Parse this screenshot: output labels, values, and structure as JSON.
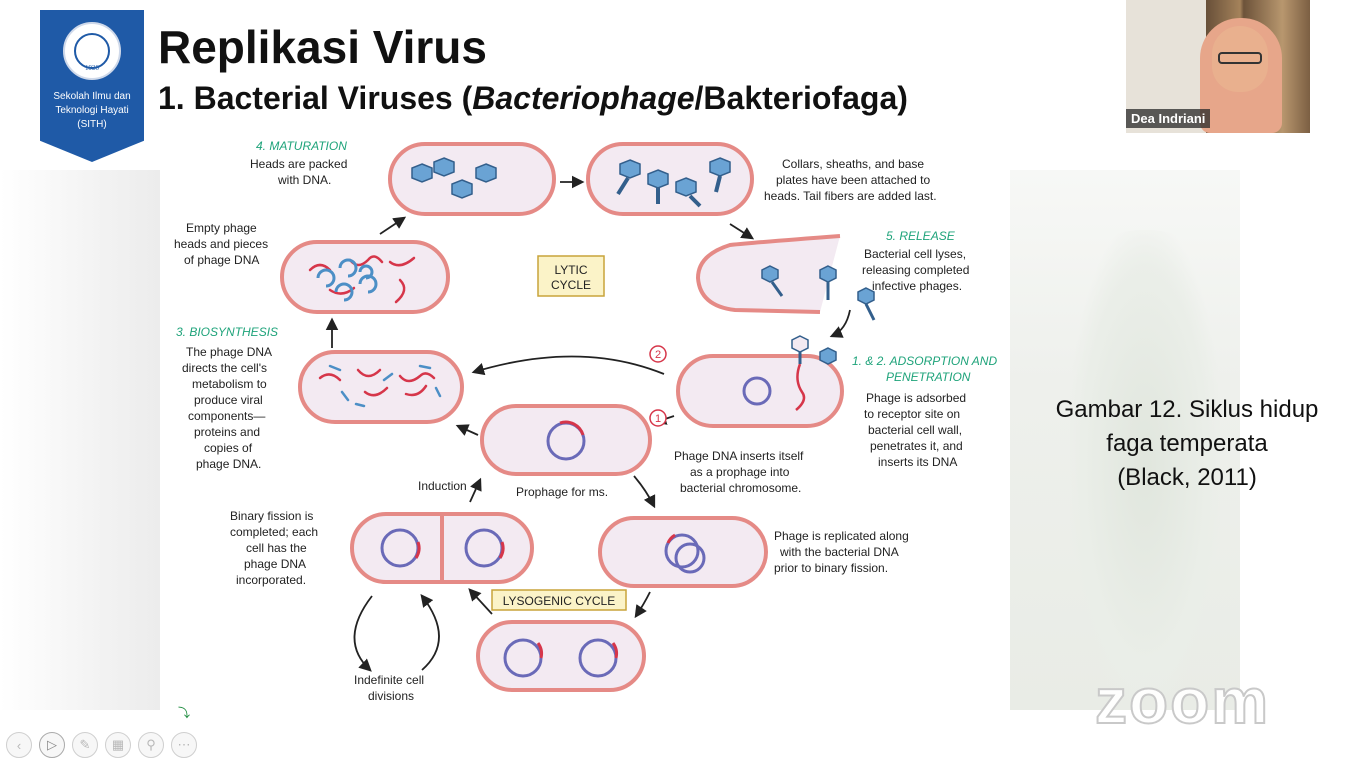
{
  "slide": {
    "title": "Replikasi Virus",
    "subtitle_pre": "1. Bacterial Viruses (",
    "subtitle_italic": "Bacteriophage",
    "subtitle_post": "/Bakteriofaga)"
  },
  "logo": {
    "year": "1920",
    "line1": "Sekolah Ilmu dan",
    "line2": "Teknologi Hayati",
    "line3": "(SITH)"
  },
  "video": {
    "participant_name": "Dea Indriani"
  },
  "caption": {
    "line1": "Gambar 12. Siklus hidup",
    "line2": "faga temperata",
    "line3": "(Black, 2011)"
  },
  "diagram": {
    "maturation_title": "4. MATURATION",
    "maturation_l1": "Heads are packed",
    "maturation_l2": "with DNA.",
    "collars_l1": "Collars, sheaths, and base",
    "collars_l2": "plates have been attached to",
    "collars_l3": "heads.  Tail fibers are added last.",
    "empty_l1": "Empty phage",
    "empty_l2": "heads and pieces",
    "empty_l3": "of phage DNA",
    "lytic_l1": "LYTIC",
    "lytic_l2": "CYCLE",
    "release_title": "5. RELEASE",
    "release_l1": "Bacterial cell lyses,",
    "release_l2": "releasing completed",
    "release_l3": "infective phages.",
    "biosynthesis_title": "3. BIOSYNTHESIS",
    "bio_l1": "The phage DNA",
    "bio_l2": "directs the cell's",
    "bio_l3": "metabolism to",
    "bio_l4": "produce viral",
    "bio_l5": "components—",
    "bio_l6": "proteins and",
    "bio_l7": "copies of",
    "bio_l8": "phage DNA.",
    "adsorption_title_l1": "1. & 2. ADSORPTION AND",
    "adsorption_title_l2": "PENETRATION",
    "ads_l1": "Phage is adsorbed",
    "ads_l2": "to receptor site on",
    "ads_l3": "bacterial cell wall,",
    "ads_l4": "penetrates it, and",
    "ads_l5": "inserts its DNA",
    "num_1": "1",
    "num_2": "2",
    "inserts_l1": "Phage DNA inserts itself",
    "inserts_l2": "as a prophage into",
    "inserts_l3": "bacterial chromosome.",
    "induction": "Induction",
    "prophage": "Prophage for ms.",
    "binary_l1": "Binary fission is",
    "binary_l2": "completed; each",
    "binary_l3": "cell has the",
    "binary_l4": "phage DNA",
    "binary_l5": "incorporated.",
    "replicated_l1": "Phage is replicated along",
    "replicated_l2": "with the bacterial DNA",
    "replicated_l3": "prior to binary fission.",
    "lysogenic": "LYSOGENIC CYCLE",
    "indefinite_l1": "Indefinite cell",
    "indefinite_l2": "divisions",
    "colors": {
      "cell_border": "#e58a86",
      "cell_fill": "#f3eaf2",
      "title_green": "#1ea37a",
      "dna_red": "#d6364a",
      "dna_blue": "#4c8fc6",
      "chromosome": "#6a6ab8",
      "box_fill": "#fbf3c8",
      "box_border": "#c8a43a"
    }
  },
  "zoom_watermark": "zoom",
  "controls": [
    "back-icon",
    "play-icon",
    "pen-icon",
    "gallery-icon",
    "zoom-in-icon",
    "more-icon"
  ]
}
